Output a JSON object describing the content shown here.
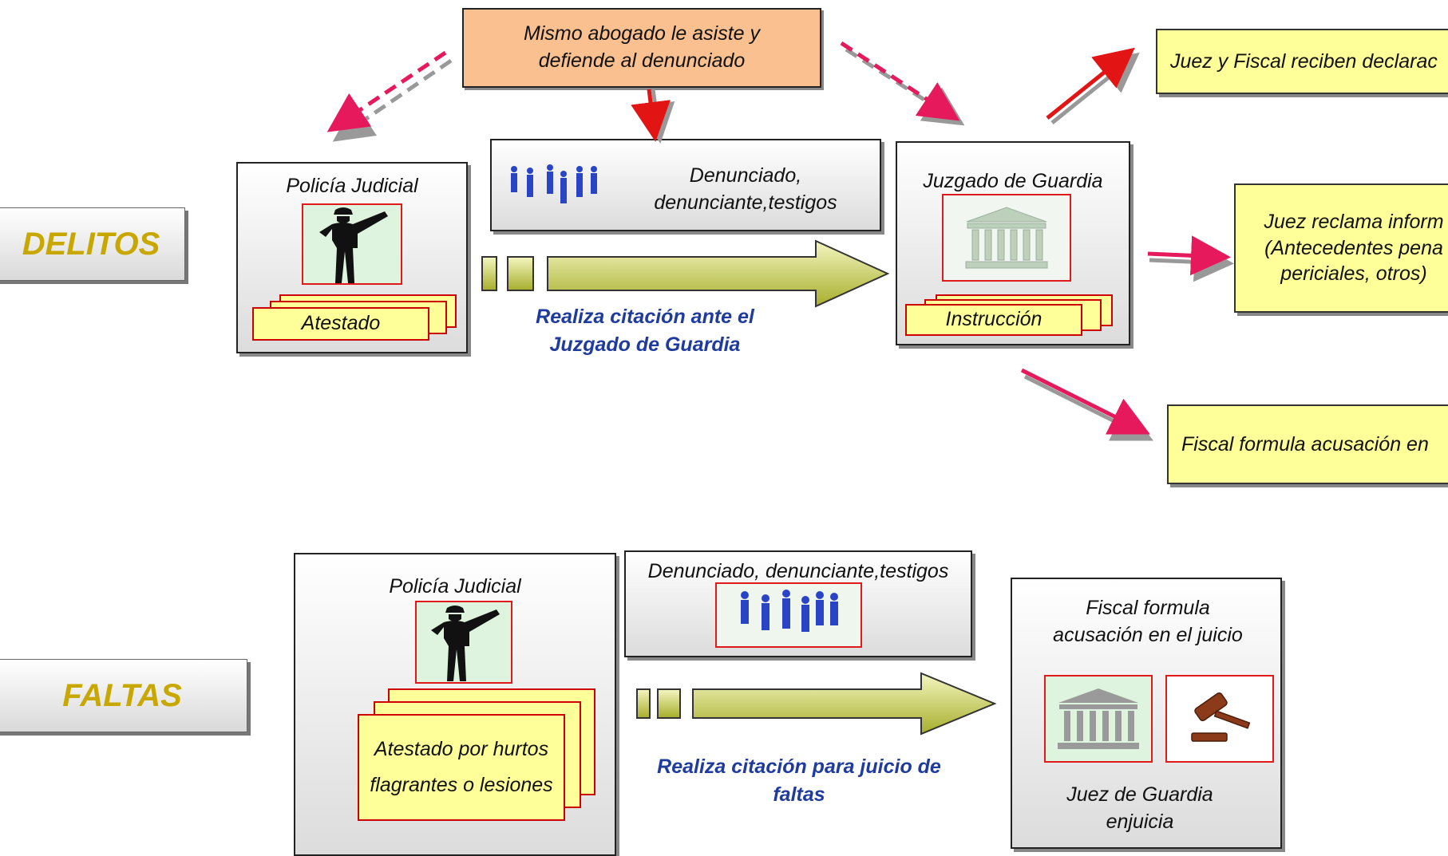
{
  "delitos": {
    "label": "DELITOS",
    "note": "Mismo abogado le asiste y defiende al denunciado",
    "police": {
      "title": "Policía Judicial",
      "doc": "Atestado"
    },
    "people": "Denunciado, denunciante,testigos",
    "citation": "Realiza citación ante el Juzgado de Guardia",
    "court": {
      "title": "Juzgado de Guardia",
      "doc": "Instrucción"
    },
    "outcomes": [
      "Juez y Fiscal reciben declarac",
      "Juez reclama inform (Antecedentes pena periciales, otros)",
      "Fiscal formula acusación en"
    ]
  },
  "faltas": {
    "label": "FALTAS",
    "police": {
      "title": "Policía Judicial",
      "doc": "Atestado por hurtos flagrantes o lesiones"
    },
    "people": "Denunciado, denunciante,testigos",
    "citation": "Realiza citación para juicio de faltas",
    "court": {
      "title": "Fiscal formula acusación en el juicio",
      "footer": "Juez de Guardia enjuicia"
    }
  },
  "colors": {
    "accent_label": "#c8a700",
    "citation_text": "#1f3b9e",
    "note_box": "#fbc08f",
    "outcome_box": "#ffff99",
    "arrow_red": "#e21414",
    "arrow_pink": "#e6195c"
  }
}
